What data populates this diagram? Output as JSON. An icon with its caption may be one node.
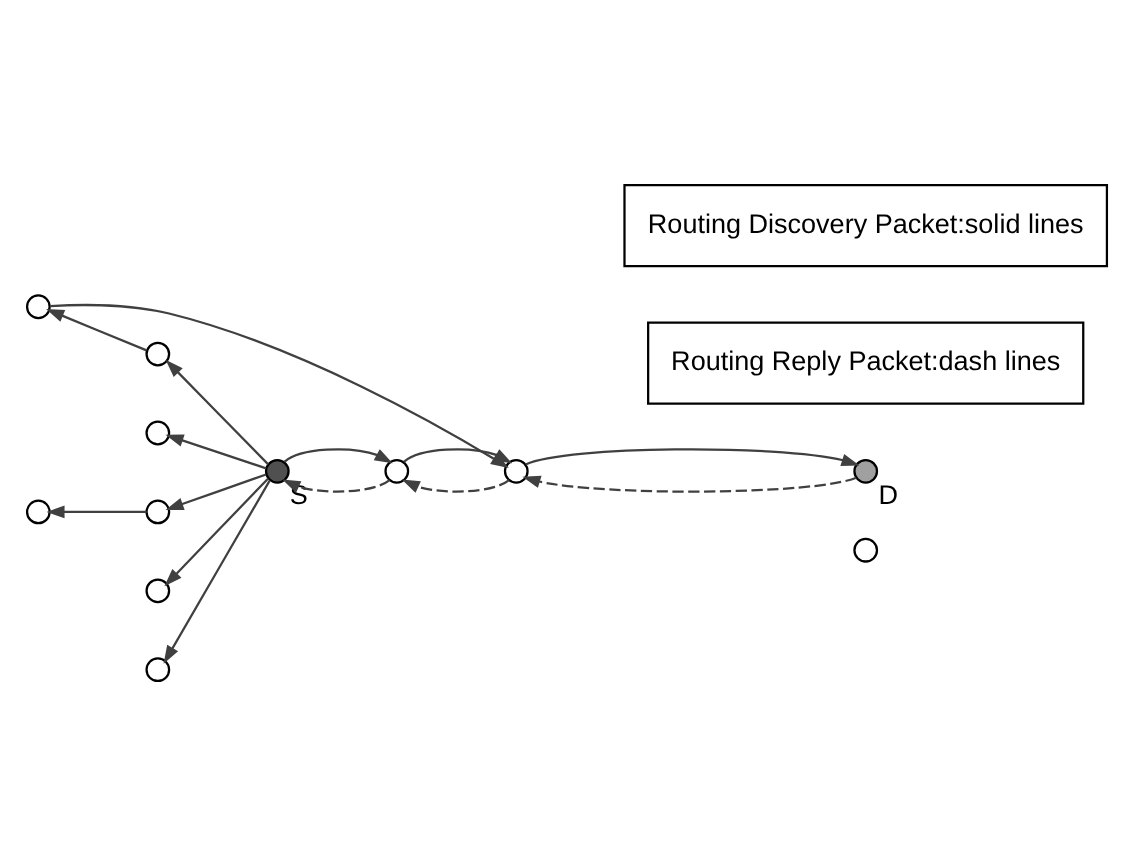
{
  "diagram": {
    "nodes": [
      {
        "text": [],
        "shape": "circle"
      },
      {
        "text": [],
        "shape": "circle",
        "beside": [
          "D"
        ]
      },
      {
        "text": [],
        "shape": "circle"
      },
      {
        "text": [],
        "shape": "circle"
      },
      {
        "text": [],
        "shape": "circle"
      },
      {
        "text": [],
        "shape": "circle"
      },
      {
        "text": [],
        "shape": "circle",
        "beside": [
          "S"
        ]
      },
      {
        "text": [],
        "shape": "circle"
      },
      {
        "text": [],
        "shape": "circle"
      },
      {
        "text": [],
        "shape": "circle"
      },
      {
        "text": [],
        "shape": "circle"
      },
      {
        "text": [],
        "shape": "circle"
      },
      {
        "text": [
          "Routing Reply Packet:dash lines"
        ]
      },
      {
        "text": [
          "Routing Discovery Packet:solid lines"
        ]
      }
    ],
    "edges": [
      {
        "from": 6,
        "to": 4,
        "arrow": "to"
      },
      {
        "from": 4,
        "to": 3,
        "arrow": "to"
      },
      {
        "from": 3,
        "to": 2,
        "arrow": "to"
      },
      {
        "from": 6,
        "to": 5,
        "arrow": "to"
      },
      {
        "from": 5,
        "to": 2,
        "arrow": "to"
      },
      {
        "from": 2,
        "to": 1,
        "arrow": "to"
      },
      {
        "from": 6,
        "to": 7,
        "arrow": "to"
      },
      {
        "from": 6,
        "to": 8,
        "arrow": "to"
      },
      {
        "from": 8,
        "to": 9,
        "arrow": "to"
      },
      {
        "from": 6,
        "to": 10,
        "arrow": "to"
      },
      {
        "from": 6,
        "to": 11,
        "arrow": "to"
      },
      {
        "from": 1,
        "to": 2,
        "arrow": "to",
        "style": "dashed"
      },
      {
        "from": 2,
        "to": 5,
        "arrow": "to",
        "style": "dashed"
      },
      {
        "from": 5,
        "to": 6,
        "arrow": "to",
        "style": "dashed"
      }
    ]
  }
}
